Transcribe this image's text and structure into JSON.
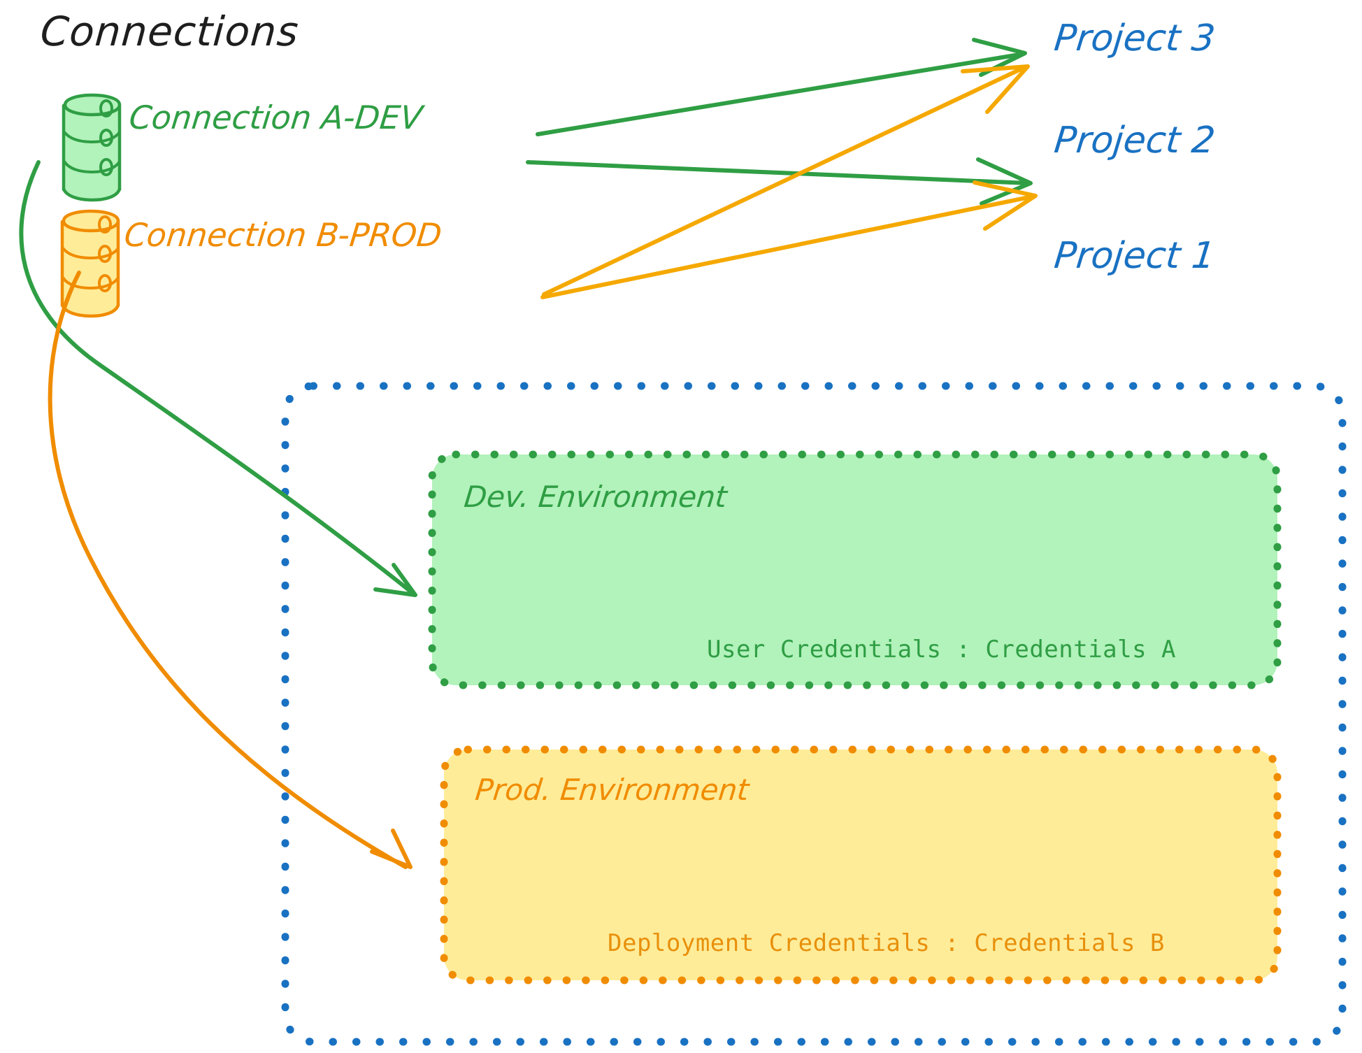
{
  "diagram": {
    "title": "Connections",
    "colors": {
      "dev_green": "#2f9e44",
      "dev_green_fill": "#b2f2bb",
      "prod_orange": "#f08c00",
      "prod_orange_fill": "#ffec99",
      "project_blue": "#1971c2",
      "text_black": "#1e1e1e"
    }
  },
  "connections": [
    {
      "id": "connection-a",
      "label": "Connection A-DEV",
      "icon": "database-cylinder-icon",
      "color": "#2f9e44",
      "targets": [
        "Project 3",
        "Project 2",
        "Dev. Environment"
      ]
    },
    {
      "id": "connection-b",
      "label": "Connection B-PROD",
      "icon": "database-cylinder-icon",
      "color": "#f08c00",
      "targets": [
        "Project 3",
        "Project 2",
        "Prod. Environment"
      ]
    }
  ],
  "projects": [
    {
      "id": "project-3",
      "label": "Project 3"
    },
    {
      "id": "project-2",
      "label": "Project 2"
    },
    {
      "id": "project-1",
      "label": "Project 1"
    }
  ],
  "project_one": {
    "label": "Project 1",
    "environments": [
      {
        "id": "dev-environment",
        "title": "Dev. Environment",
        "credential_label": "User Credentials",
        "credential_separator": ":",
        "credential_value": "Credentials A",
        "credential_line": "User Credentials : Credentials A",
        "color": "#2f9e44",
        "fill": "#b2f2bb"
      },
      {
        "id": "prod-environment",
        "title": "Prod. Environment",
        "credential_label": "Deployment Credentials",
        "credential_separator": ":",
        "credential_value": "Credentials B",
        "credential_line": "Deployment Credentials : Credentials B",
        "color": "#f08c00",
        "fill": "#ffec99"
      }
    ]
  }
}
